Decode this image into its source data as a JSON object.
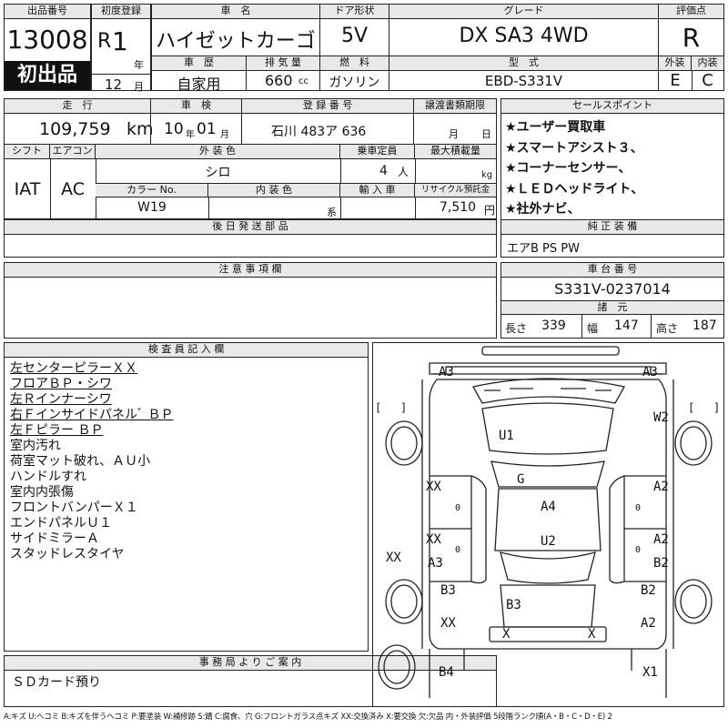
{
  "top": {
    "lot_no_label": "出品番号",
    "lot_no": "13008",
    "first_label": "初出品",
    "first_reg_label": "初度登録",
    "first_reg_era": "R",
    "first_reg_year": "1",
    "nen": "年",
    "first_reg_month": "12",
    "tsuki": "月",
    "car_name_label": "車　名",
    "car_name": "ハイゼットカーゴ",
    "door_label": "ドア形状",
    "door": "5V",
    "grade_label": "グレード",
    "grade": "DX SA3 4WD",
    "score_label": "評価点",
    "score": "R",
    "history_label": "車　歴",
    "history": "自家用",
    "disp_label": "排 気 量",
    "disp": "660",
    "disp_unit": "cc",
    "fuel_label": "燃　料",
    "fuel": "ガソリン",
    "model_label": "型　式",
    "model": "EBD-S331V",
    "ext_label": "外装",
    "int_label": "内装",
    "ext": "E",
    "int": "C"
  },
  "second": {
    "mileage_label": "走　行",
    "mileage": "109,759",
    "mileage_unit": "km",
    "inspect_label": "車　検",
    "inspect_year": "10",
    "inspect_nen": "年",
    "inspect_month": "01",
    "inspect_tsuki": "月",
    "plate_label": "登 録 番 号",
    "plate": "石川 483ア 636",
    "transfer_label": "譲渡書類期限",
    "transfer_tsuki": "月",
    "transfer_hi": "日",
    "shift_label": "シフト",
    "ac_label": "エアコン",
    "shift": "IAT",
    "ac": "AC",
    "ext_color_label": "外 装 色",
    "ext_color": "シロ",
    "capacity_label": "乗車定員",
    "capacity": "4",
    "capacity_unit": "人",
    "load_label": "最大積載量",
    "load_unit": "kg",
    "color_no_label": "カラー No.",
    "color_no": "W19",
    "int_color_label": "内 装 色",
    "int_color_unit": "系",
    "import_label": "輸 入 車",
    "recycle_label": "リサイクル預託金",
    "recycle": "7,510",
    "recycle_unit": "円"
  },
  "sales": {
    "label": "セールスポイント",
    "items": [
      "★ユーザー買取車",
      "★スマートアシスト３、",
      "★コーナーセンサー、",
      "★ＬＥＤヘッドライト、",
      "★社外ナビ、"
    ]
  },
  "later_parts_label": "後 日 発 送 部 品",
  "equipment": {
    "label": "純 正 装 備",
    "value": "エアB PS PW"
  },
  "caution_label": "注 意 事 項 欄",
  "chassis": {
    "label": "車 台 番 号",
    "value": "S331V-0237014"
  },
  "dims": {
    "label": "諸　元",
    "len_label": "長さ",
    "len": "339",
    "wid_label": "幅",
    "wid": "147",
    "hgt_label": "高さ",
    "hgt": "187"
  },
  "inspector": {
    "label": "検 査 員 記 入 欄",
    "lines": [
      {
        "text": "左センターピラーＸＸ",
        "u": true
      },
      {
        "text": "フロアＢＰ・シワ",
        "u": true
      },
      {
        "text": "左Ｒインナーシワ",
        "u": true
      },
      {
        "text": "右Ｆインサイドパネルﾞ ＢＰ",
        "u": true
      },
      {
        "text": "左Ｆピラー ＢＰ",
        "u": true
      },
      {
        "text": "室内汚れ",
        "u": false
      },
      {
        "text": "荷室マット破れ、ＡＵ小",
        "u": false
      },
      {
        "text": "ハンドルすれ",
        "u": false
      },
      {
        "text": "室内内張傷",
        "u": false
      },
      {
        "text": "フロントバンパーＸ１",
        "u": false
      },
      {
        "text": "エンドパネルＵ１",
        "u": false
      },
      {
        "text": "サイドミラーＡ",
        "u": false
      },
      {
        "text": "スタッドレスタイヤ",
        "u": false
      }
    ]
  },
  "office": {
    "label": "事 務 局 よ り ご 案 内",
    "value": "ＳＤカード預り"
  },
  "diagram_marks": [
    "A3",
    "A3",
    "W2",
    "U1",
    "G",
    "XX",
    "A2",
    "A4",
    "XX",
    "U2",
    "A2",
    "XX",
    "A3",
    "B2",
    "B3",
    "B2",
    "B3",
    "XX",
    "A2",
    "X",
    "X",
    "B4",
    "X1"
  ],
  "diagram_brackets": [
    "[",
    "]",
    "[",
    "]"
  ],
  "diagram_small": [
    "0",
    "0",
    "0",
    "0"
  ],
  "legend": "A:キズ U:ヘコミ B:キズを伴うヘコミ P:要塗装 W:補修跡 S:錆 C:腐食、穴 G:フロントガラス点キズ XX:交換済み X:要交換 欠:欠品 内・外装評価 5段階ランク順(A・B・C・D・E) 2"
}
